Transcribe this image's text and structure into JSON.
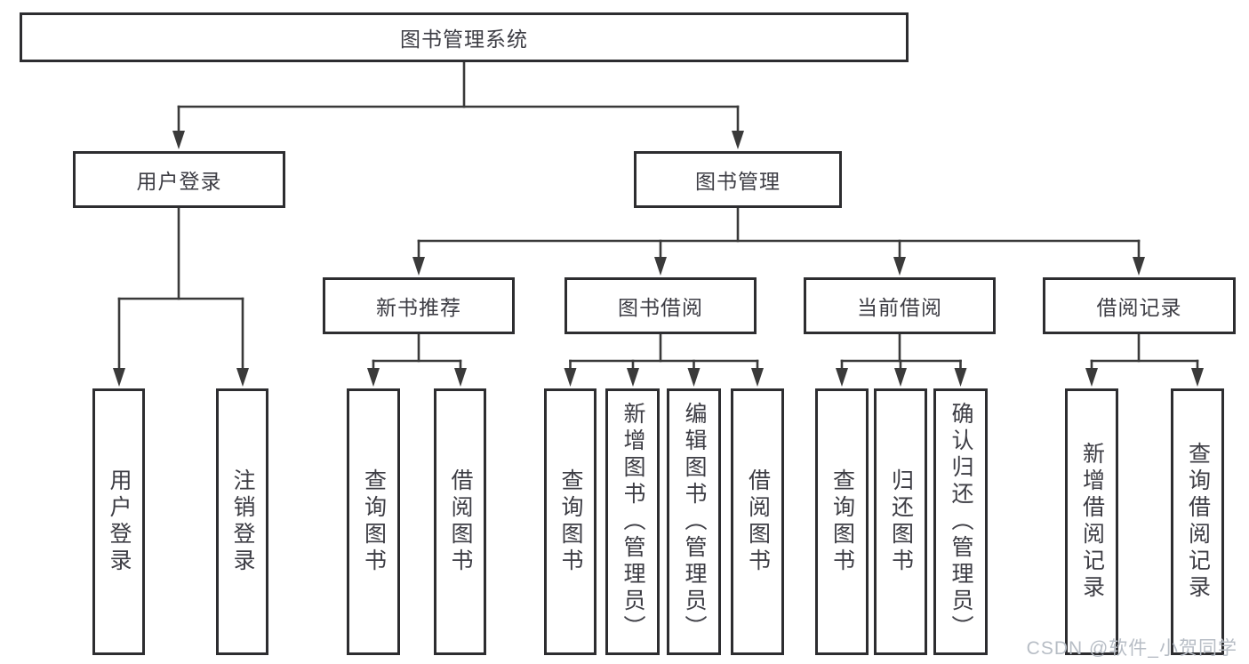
{
  "nodes": {
    "root": "图书管理系统",
    "user_login": "用户登录",
    "book_mgmt": "图书管理",
    "new_book_rec": "新书推荐",
    "book_borrow": "图书借阅",
    "current_borrow": "当前借阅",
    "borrow_records": "借阅记录",
    "leaf_user_login": "用户登录",
    "leaf_logout": "注销登录",
    "leaf_query_book_1": "查询图书",
    "leaf_borrow_book_1": "借阅图书",
    "leaf_query_book_2": "查询图书",
    "leaf_add_book": "新增图书（管理员）",
    "leaf_edit_book": "编辑图书（管理员）",
    "leaf_borrow_book_2": "借阅图书",
    "leaf_query_book_3": "查询图书",
    "leaf_return_book": "归还图书",
    "leaf_confirm_return": "确认归还（管理员）",
    "leaf_add_record": "新增借阅记录",
    "leaf_query_record": "查询借阅记录"
  },
  "watermark": {
    "text": "CSDN @软件_小贺同学"
  },
  "colors": {
    "border": "#2d2d30",
    "text": "#3d3d44",
    "line": "#3a3a3a",
    "background": "#ffffff",
    "watermark": "#b7bdc5"
  }
}
